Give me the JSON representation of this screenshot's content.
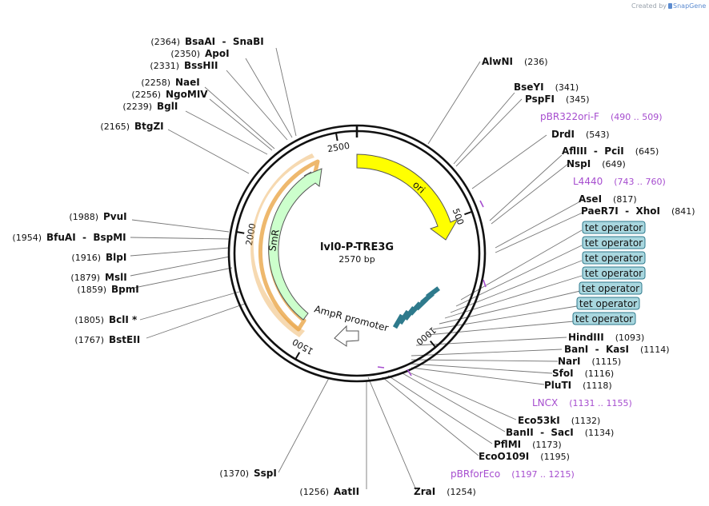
{
  "credit": {
    "prefix": "Created by",
    "brand": "SnapGene"
  },
  "plasmid": {
    "name": "lvl0-P-TRE3G",
    "size_label": "2570 bp",
    "length": 2570
  },
  "ticks": [
    "500",
    "1000",
    "1500",
    "2000",
    "2500"
  ],
  "colors": {
    "ori": "#ffff00",
    "smr": "#ccffcc",
    "ampr_promoter": "#ffffff",
    "tet_operator": "#2e7a8c",
    "primer": "#a64dcf",
    "smr_outline": "#e8a03c",
    "tet_label_bg": "#a9d7df"
  },
  "features": [
    {
      "name": "ori",
      "start": 2140,
      "end": 2730,
      "icon": "arrow-icon"
    },
    {
      "name": "SmR",
      "start": 5970,
      "end": 8570,
      "icon": "arrow-icon"
    },
    {
      "name": "AmpR promoter",
      "start": 3550,
      "end": 3890,
      "icon": "arrow-icon"
    }
  ],
  "right_labels": [
    {
      "name": "AlwNI",
      "pos": "(236)"
    },
    {
      "name": "BseYI",
      "pos": "(341)"
    },
    {
      "name": "PspFI",
      "pos": "(345)"
    },
    {
      "name": "pBR322ori-F",
      "pos": "(490 .. 509)",
      "primer": true
    },
    {
      "name": "DrdI",
      "pos": "(543)"
    },
    {
      "name": "AflIII  -  PciI",
      "pos": "(645)"
    },
    {
      "name": "NspI",
      "pos": "(649)"
    },
    {
      "name": "L4440",
      "pos": "(743 .. 760)",
      "primer": true
    },
    {
      "name": "AseI",
      "pos": "(817)"
    },
    {
      "name": "PaeR7I  -  XhoI",
      "pos": "(841)"
    },
    {
      "name": "tet operator",
      "pos": "",
      "box": true
    },
    {
      "name": "tet operator",
      "pos": "",
      "box": true
    },
    {
      "name": "tet operator",
      "pos": "",
      "box": true
    },
    {
      "name": "tet operator",
      "pos": "",
      "box": true
    },
    {
      "name": "tet operator",
      "pos": "",
      "box": true
    },
    {
      "name": "tet operator",
      "pos": "",
      "box": true
    },
    {
      "name": "tet operator",
      "pos": "",
      "box": true
    },
    {
      "name": "HindIII",
      "pos": "(1093)"
    },
    {
      "name": "BanI  -  KasI",
      "pos": "(1114)"
    },
    {
      "name": "NarI",
      "pos": "(1115)"
    },
    {
      "name": "SfoI",
      "pos": "(1116)"
    },
    {
      "name": "PluTI",
      "pos": "(1118)"
    },
    {
      "name": "LNCX",
      "pos": "(1131 .. 1155)",
      "primer": true
    },
    {
      "name": "Eco53kI",
      "pos": "(1132)"
    },
    {
      "name": "BanII  -  SacI",
      "pos": "(1134)"
    },
    {
      "name": "PflMI",
      "pos": "(1173)"
    },
    {
      "name": "EcoO109I",
      "pos": "(1195)"
    },
    {
      "name": "pBRforEco",
      "pos": "(1197 .. 1215)",
      "primer": true
    },
    {
      "name": "ZraI",
      "pos": "(1254)"
    }
  ],
  "left_labels": [
    {
      "name": "BsaAI  -  SnaBI",
      "pos": "(2364)"
    },
    {
      "name": "ApoI",
      "pos": "(2350)"
    },
    {
      "name": "BssHII",
      "pos": "(2331)"
    },
    {
      "name": "NaeI",
      "pos": "(2258)"
    },
    {
      "name": "NgoMIV",
      "pos": "(2256)"
    },
    {
      "name": "BglI",
      "pos": "(2239)"
    },
    {
      "name": "BtgZI",
      "pos": "(2165)"
    },
    {
      "name": "PvuI",
      "pos": "(1988)"
    },
    {
      "name": "BfuAI  -  BspMI",
      "pos": "(1954)"
    },
    {
      "name": "BlpI",
      "pos": "(1916)"
    },
    {
      "name": "MslI",
      "pos": "(1879)"
    },
    {
      "name": "BpmI",
      "pos": "(1859)"
    },
    {
      "name": "BclI *",
      "pos": "(1805)"
    },
    {
      "name": "BstEII",
      "pos": "(1767)"
    },
    {
      "name": "SspI",
      "pos": "(1370)"
    },
    {
      "name": "AatII",
      "pos": "(1256)"
    }
  ]
}
